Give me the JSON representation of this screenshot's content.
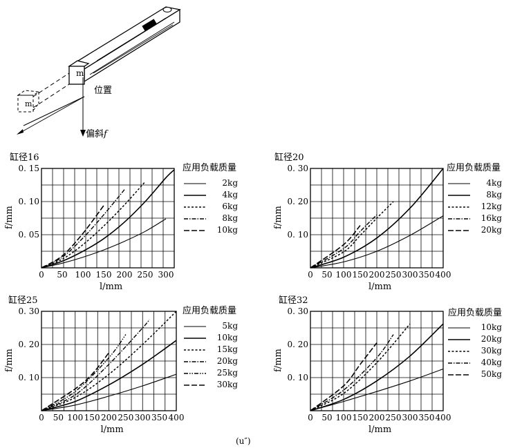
{
  "diagram": {
    "mass_label_1": "m",
    "mass_label_2": "m",
    "position_label": "位置",
    "deflection_label": "偏斜",
    "deflection_symbol": "f"
  },
  "figure_note": "(u″)",
  "legend_title": "应用负载质量",
  "chart_data": [
    {
      "type": "line",
      "title": "缸径16",
      "xlabel": "l/mm",
      "ylabel": "f/mm",
      "xlim": [
        0,
        320
      ],
      "ylim": [
        0,
        0.15
      ],
      "x_ticks": [
        "0",
        "50",
        "100",
        "150",
        "200",
        "250",
        "300"
      ],
      "y_ticks": [
        "0. 05",
        "0. 10",
        "0. 15"
      ],
      "legend_title": "应用负载质量",
      "grid": true,
      "series": [
        {
          "name": "2kg",
          "style": "solid-thin",
          "points": [
            [
              0,
              0
            ],
            [
              50,
              0.007
            ],
            [
              100,
              0.016
            ],
            [
              150,
              0.027
            ],
            [
              200,
              0.04
            ],
            [
              250,
              0.055
            ],
            [
              300,
              0.074
            ]
          ]
        },
        {
          "name": "4kg",
          "style": "solid",
          "points": [
            [
              0,
              0
            ],
            [
              50,
              0.01
            ],
            [
              100,
              0.025
            ],
            [
              150,
              0.044
            ],
            [
              200,
              0.069
            ],
            [
              250,
              0.1
            ],
            [
              300,
              0.136
            ],
            [
              320,
              0.148
            ]
          ]
        },
        {
          "name": "6kg",
          "style": "short-dash",
          "points": [
            [
              0,
              0
            ],
            [
              50,
              0.013
            ],
            [
              100,
              0.035
            ],
            [
              150,
              0.063
            ],
            [
              200,
              0.095
            ],
            [
              250,
              0.13
            ]
          ]
        },
        {
          "name": "8kg",
          "style": "dash-dot",
          "points": [
            [
              0,
              0
            ],
            [
              50,
              0.016
            ],
            [
              100,
              0.045
            ],
            [
              150,
              0.08
            ],
            [
              200,
              0.118
            ]
          ]
        },
        {
          "name": "10kg",
          "style": "long-dash",
          "points": [
            [
              0,
              0
            ],
            [
              50,
              0.018
            ],
            [
              100,
              0.052
            ],
            [
              150,
              0.094
            ]
          ]
        }
      ]
    },
    {
      "type": "line",
      "title": "缸径20",
      "xlabel": "l/mm",
      "ylabel": "f/mm",
      "xlim": [
        0,
        400
      ],
      "ylim": [
        0,
        0.3
      ],
      "x_ticks": [
        "0",
        "50",
        "100",
        "150",
        "200",
        "250",
        "300",
        "350",
        "400"
      ],
      "y_ticks": [
        "0. 10",
        "0. 20",
        "0. 30"
      ],
      "legend_title": "应用负载质量",
      "grid": true,
      "series": [
        {
          "name": "4kg",
          "style": "solid-thin",
          "points": [
            [
              0,
              0
            ],
            [
              100,
              0.018
            ],
            [
              200,
              0.05
            ],
            [
              300,
              0.098
            ],
            [
              400,
              0.157
            ]
          ]
        },
        {
          "name": "8kg",
          "style": "solid",
          "points": [
            [
              0,
              0
            ],
            [
              100,
              0.032
            ],
            [
              200,
              0.09
            ],
            [
              300,
              0.18
            ],
            [
              400,
              0.3
            ]
          ]
        },
        {
          "name": "12kg",
          "style": "short-dash",
          "points": [
            [
              0,
              0
            ],
            [
              100,
              0.048
            ],
            [
              150,
              0.098
            ],
            [
              200,
              0.15
            ],
            [
              250,
              0.2
            ]
          ]
        },
        {
          "name": "16kg",
          "style": "dash-dot",
          "points": [
            [
              0,
              0
            ],
            [
              100,
              0.058
            ],
            [
              150,
              0.11
            ],
            [
              200,
              0.16
            ]
          ]
        },
        {
          "name": "20kg",
          "style": "long-dash",
          "points": [
            [
              0,
              0
            ],
            [
              100,
              0.07
            ],
            [
              150,
              0.128
            ]
          ]
        }
      ]
    },
    {
      "type": "line",
      "title": "缸径25",
      "xlabel": "l/mm",
      "ylabel": "f/mm",
      "xlim": [
        0,
        400
      ],
      "ylim": [
        0,
        0.3
      ],
      "x_ticks": [
        "0",
        "50",
        "100",
        "150",
        "200",
        "250",
        "300",
        "350",
        "400"
      ],
      "y_ticks": [
        "0. 10",
        "0. 20",
        "0. 30"
      ],
      "legend_title": "应用负载质量",
      "grid": true,
      "series": [
        {
          "name": "5kg",
          "style": "solid-thin",
          "points": [
            [
              0,
              0
            ],
            [
              100,
              0.017
            ],
            [
              200,
              0.044
            ],
            [
              300,
              0.075
            ],
            [
              400,
              0.11
            ]
          ]
        },
        {
          "name": "10kg",
          "style": "solid",
          "points": [
            [
              0,
              0
            ],
            [
              100,
              0.028
            ],
            [
              200,
              0.078
            ],
            [
              300,
              0.14
            ],
            [
              400,
              0.212
            ]
          ]
        },
        {
          "name": "15kg",
          "style": "short-dash",
          "points": [
            [
              0,
              0
            ],
            [
              100,
              0.04
            ],
            [
              200,
              0.11
            ],
            [
              300,
              0.2
            ],
            [
              400,
              0.3
            ]
          ]
        },
        {
          "name": "20kg",
          "style": "dash-dot",
          "points": [
            [
              0,
              0
            ],
            [
              100,
              0.048
            ],
            [
              200,
              0.14
            ],
            [
              300,
              0.25
            ],
            [
              320,
              0.275
            ]
          ]
        },
        {
          "name": "25kg",
          "style": "dash-dot-dot",
          "points": [
            [
              0,
              0
            ],
            [
              100,
              0.058
            ],
            [
              200,
              0.16
            ],
            [
              250,
              0.23
            ]
          ]
        },
        {
          "name": "30kg",
          "style": "long-dash",
          "points": [
            [
              0,
              0
            ],
            [
              100,
              0.066
            ],
            [
              150,
              0.11
            ],
            [
              200,
              0.175
            ]
          ]
        }
      ]
    },
    {
      "type": "line",
      "title": "缸径32",
      "xlabel": "l/mm",
      "ylabel": "f/mm",
      "xlim": [
        0,
        400
      ],
      "ylim": [
        0,
        0.3
      ],
      "x_ticks": [
        "0",
        "50",
        "100",
        "150",
        "200",
        "250",
        "300",
        "350",
        "400"
      ],
      "y_ticks": [
        "0. 10",
        "0. 20",
        "0. 30"
      ],
      "legend_title": "应用负载质量",
      "grid": true,
      "series": [
        {
          "name": "10kg",
          "style": "solid-thin",
          "points": [
            [
              0,
              0
            ],
            [
              100,
              0.028
            ],
            [
              200,
              0.058
            ],
            [
              300,
              0.09
            ],
            [
              400,
              0.126
            ]
          ]
        },
        {
          "name": "20kg",
          "style": "solid",
          "points": [
            [
              0,
              0
            ],
            [
              100,
              0.034
            ],
            [
              200,
              0.09
            ],
            [
              300,
              0.165
            ],
            [
              400,
              0.262
            ]
          ]
        },
        {
          "name": "30kg",
          "style": "short-dash",
          "points": [
            [
              0,
              0
            ],
            [
              100,
              0.052
            ],
            [
              200,
              0.145
            ],
            [
              300,
              0.262
            ]
          ]
        },
        {
          "name": "40kg",
          "style": "dash-dot",
          "points": [
            [
              0,
              0
            ],
            [
              100,
              0.062
            ],
            [
              200,
              0.16
            ],
            [
              250,
              0.23
            ]
          ]
        },
        {
          "name": "50kg",
          "style": "long-dash",
          "points": [
            [
              0,
              0
            ],
            [
              100,
              0.075
            ],
            [
              150,
              0.14
            ],
            [
              200,
              0.205
            ]
          ]
        }
      ]
    }
  ]
}
